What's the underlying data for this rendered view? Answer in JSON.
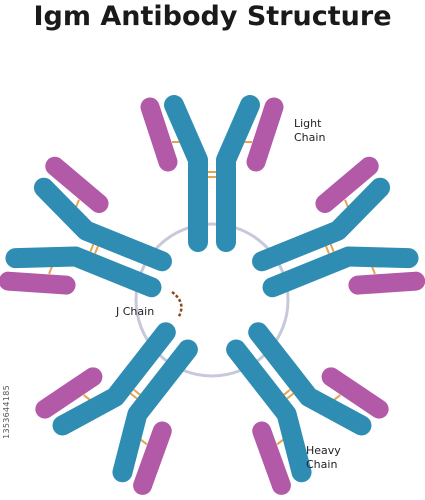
{
  "title": "Igm Antibody Structure",
  "labels": {
    "light_chain": [
      "Light",
      "Chain"
    ],
    "heavy_chain": [
      "Heavy",
      "Chain"
    ],
    "j_chain": "J Chain"
  },
  "stock_id": "1353644185",
  "colors": {
    "heavy": "#2f8db3",
    "light": "#b25aa8",
    "ring": "#c8c8dc",
    "disulfide": "#e8a24a",
    "j_chain": "#8b4a20"
  },
  "subunit_count": 5
}
